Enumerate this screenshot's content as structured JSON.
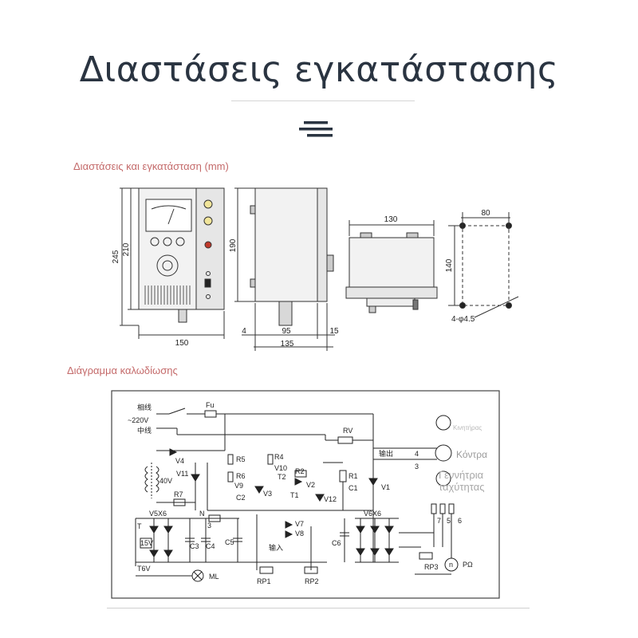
{
  "page": {
    "title": "Διαστάσεις εγκατάστασης",
    "section1_label": "Διαστάσεις και εγκατάσταση (mm)",
    "section2_label": "Διάγραμμα καλωδίωσης"
  },
  "dimensions": {
    "front_height_outer": "245",
    "front_height_inner": "210",
    "front_width": "150",
    "side_height": "190",
    "side_left_gap": "4",
    "side_depth": "95",
    "side_right_gap": "15",
    "side_total": "135",
    "top_width": "130",
    "hole_width": "80",
    "hole_height": "140",
    "hole_spec": "4-φ4.5"
  },
  "wiring": {
    "live": "相线",
    "voltage": "~220V",
    "neutral": "中线",
    "fuse": "Fu",
    "rv": "RV",
    "output": "输出",
    "input": "输入",
    "motor": "Κινητήρας",
    "control": "Κόντρα",
    "tacho": "Γεννήτρια ταχύτητας",
    "labels": {
      "v4": "V4",
      "v11": "V11",
      "v40": "40V",
      "r7": "R7",
      "r5": "R5",
      "r6": "R6",
      "v9": "V9",
      "c2": "C2",
      "r4": "R4",
      "v10": "V10",
      "t2": "T2",
      "v3": "V3",
      "r2": "R2",
      "v2": "V2",
      "t1": "T1",
      "v12": "V12",
      "r1": "R1",
      "c1": "C1",
      "v1": "V1",
      "v5x6": "V5X6",
      "n": "N",
      "t": "T",
      "v15": "15V",
      "c3": "C3",
      "c4": "C4",
      "c5": "C5",
      "n3": "3",
      "v7": "V7",
      "v8": "V8",
      "c6": "C6",
      "v6x6": "V6X6",
      "t6v": "T6V",
      "ml": "ML",
      "rp1": "RP1",
      "rp2": "RP2",
      "rp3": "RP3",
      "n_motor": "n",
      "p_ohm": "PΩ",
      "t4": "4",
      "t3": "3",
      "t7": "7",
      "t5": "5",
      "t6": "6"
    }
  }
}
